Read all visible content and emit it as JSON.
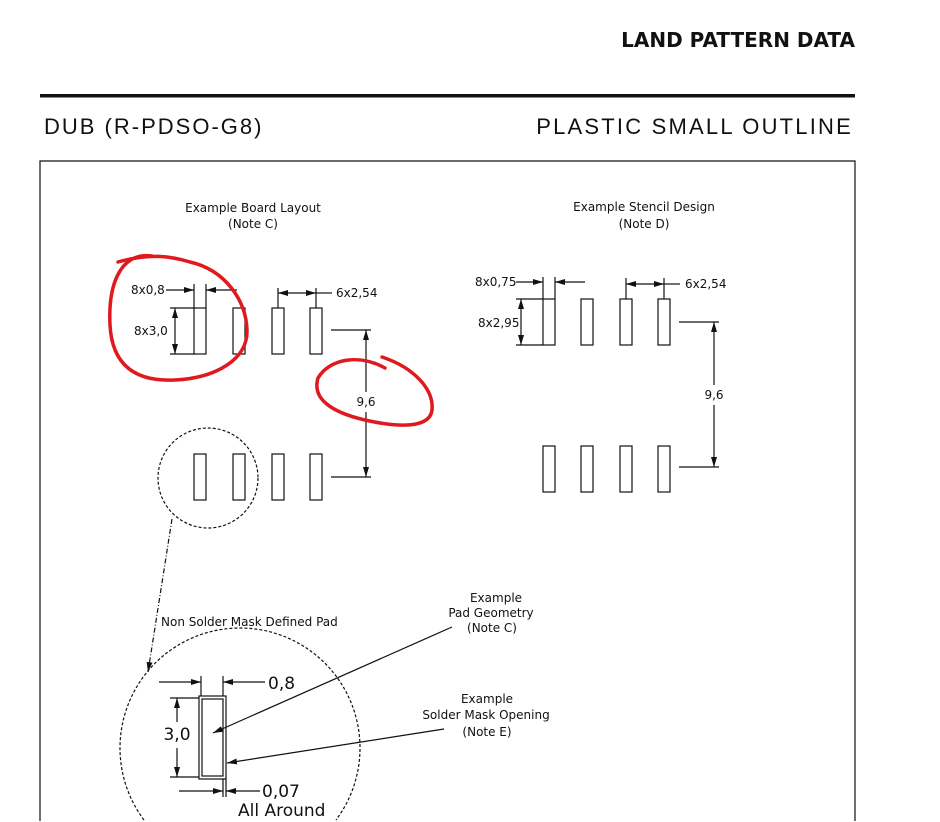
{
  "header": {
    "title": "LAND PATTERN DATA"
  },
  "package": {
    "code": "DUB (R-PDSO-G8)",
    "description": "PLASTIC SMALL OUTLINE"
  },
  "board_layout": {
    "title": "Example Board Layout",
    "note": "(Note C)",
    "pad_width": "8x0,8",
    "pad_length": "8x3,0",
    "pitch": "6x2,54",
    "row_spacing": "9,6"
  },
  "stencil_design": {
    "title": "Example Stencil Design",
    "note": "(Note D)",
    "pad_width": "8x0,75",
    "pad_length": "8x2,95",
    "pitch": "6x2,54",
    "row_spacing": "9,6"
  },
  "detail": {
    "label": "Non Solder Mask Defined Pad",
    "width": "0,8",
    "length": "3,0",
    "clearance": "0,07",
    "clearance_note": "All Around",
    "pad_geometry": [
      "Example",
      "Pad Geometry",
      "(Note C)"
    ],
    "mask_opening": [
      "Example",
      "Solder Mask Opening",
      "(Note E)"
    ]
  },
  "colors": {
    "annotation": "#e0191e",
    "ink": "#111111"
  }
}
